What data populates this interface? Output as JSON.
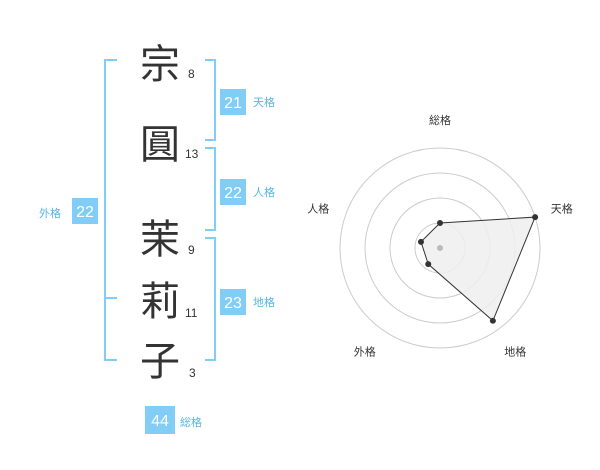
{
  "colors": {
    "accent": "#82cdf5",
    "accent_text": "#55b6e6",
    "text": "#333333",
    "radar_fill": "#eeeeee",
    "ring": "#cccccc"
  },
  "name": {
    "characters": [
      {
        "char": "宗",
        "strokes": "8"
      },
      {
        "char": "圓",
        "strokes": "13"
      },
      {
        "char": "茉",
        "strokes": "9"
      },
      {
        "char": "莉",
        "strokes": "11"
      },
      {
        "char": "子",
        "strokes": "3"
      }
    ]
  },
  "kaku": {
    "tenkaku": {
      "value": "21",
      "label": "天格"
    },
    "jinkaku": {
      "value": "22",
      "label": "人格"
    },
    "chikaku": {
      "value": "23",
      "label": "地格"
    },
    "gaikaku": {
      "value": "22",
      "label": "外格"
    },
    "soukaku": {
      "value": "44",
      "label": "総格"
    }
  },
  "chart_data": {
    "type": "radar",
    "axes": [
      "総格",
      "天格",
      "地格",
      "外格",
      "人格"
    ],
    "values": [
      0.25,
      1.0,
      0.9,
      0.2,
      0.2
    ],
    "range": [
      0,
      1
    ],
    "rings": 4
  }
}
